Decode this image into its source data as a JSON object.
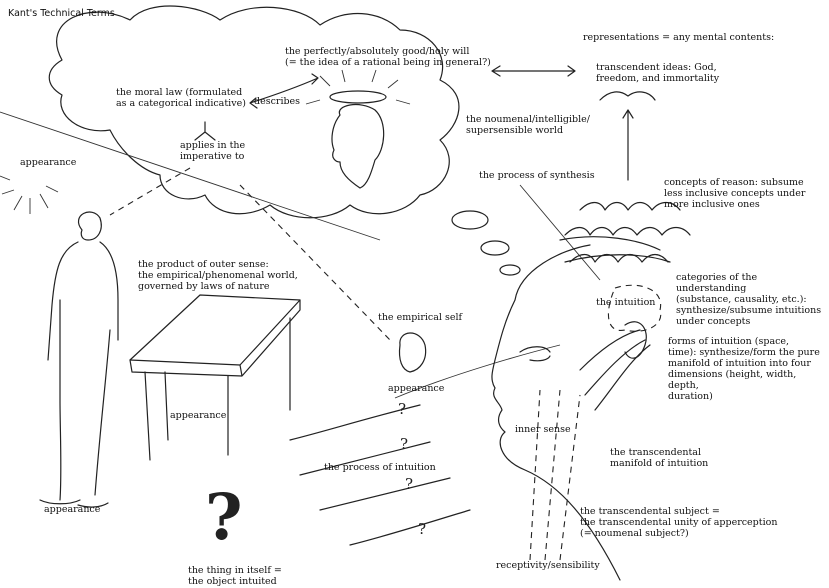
{
  "title": "Kant's Technical Terms",
  "labels": {
    "representations": "representations = any mental contents:",
    "transcendent_ideas": "transcendent ideas: God,\nfreedom, and immortality",
    "holy_will": "the perfectly/absolutely good/holy will\n(= the idea of a rational being in general?)",
    "moral_law": "the moral law (formulated\nas a categorical indicative)",
    "describes": "describes",
    "applies": "applies in the\nimperative to",
    "noumenal_world": "the noumenal/intelligible/\nsupersensible world",
    "appearance_top": "appearance",
    "process_synthesis": "the process of synthesis",
    "concepts_of_reason": "concepts of reason: subsume\nless inclusive concepts under\nmore inclusive ones",
    "product_outer_sense": "the product of outer sense:\nthe empirical/phenomenal world,\ngoverned by laws of nature",
    "categories": "categories of the understanding\n(substance, causality, etc.):\nsynthesize/subsume intuitions\nunder concepts",
    "the_intuition": "the intuition",
    "empirical_self": "the empirical self",
    "forms_of_intuition": "forms of intuition (space,\ntime): synthesize/form the pure\nmanifold of intuition into four\ndimensions (height, width, depth,\nduration)",
    "appearance_head": "appearance",
    "appearance_table": "appearance",
    "inner_sense": "inner sense",
    "transcendental_manifold": "the transcendental\nmanifold of intuition",
    "process_intuition": "the process of intuition",
    "appearance_person": "appearance",
    "transcendental_subject": "the transcendental subject =\nthe transcendental unity of apperception\n(= noumenal subject?)",
    "thing_in_itself": "the thing in itself =\nthe object intuited",
    "receptivity": "receptivity/sensibility"
  },
  "glyphs": {
    "big_question": "?",
    "small_question": "?"
  },
  "icons": [
    "thought-cloud-icon",
    "halo-head-icon",
    "standing-person-icon",
    "table-icon",
    "small-head-icon",
    "large-profile-head-icon",
    "question-mark-icon"
  ]
}
